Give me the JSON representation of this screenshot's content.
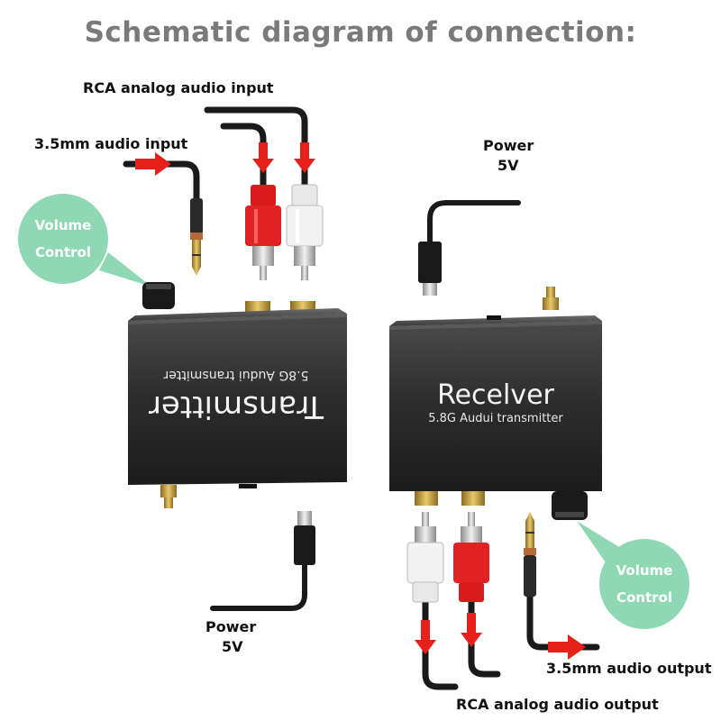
{
  "title": "Schematic diagram of connection:",
  "labels": {
    "rca_input": "RCA analog audio input",
    "aux_input": "3.5mm audio input",
    "power_top_1": "Power",
    "power_top_2": "5V",
    "power_bottom_1": "Power",
    "power_bottom_2": "5V",
    "aux_output": "3.5mm audio output",
    "rca_output": "RCA analog audio output"
  },
  "volume_left": {
    "line1": "Volume",
    "line2": "Control"
  },
  "volume_right": {
    "line1": "Volume",
    "line2": "Control"
  },
  "transmitter": {
    "name": "Transmitter",
    "subtitle": "5.8G Audui transmitter"
  },
  "receiver": {
    "name": "Recelver",
    "subtitle": "5.8G Audui transmitter"
  },
  "colors": {
    "arrow": "#e8201c",
    "bubble": "#8fd8b4",
    "device": "#2e2e2e",
    "title": "#7a7a7a"
  }
}
